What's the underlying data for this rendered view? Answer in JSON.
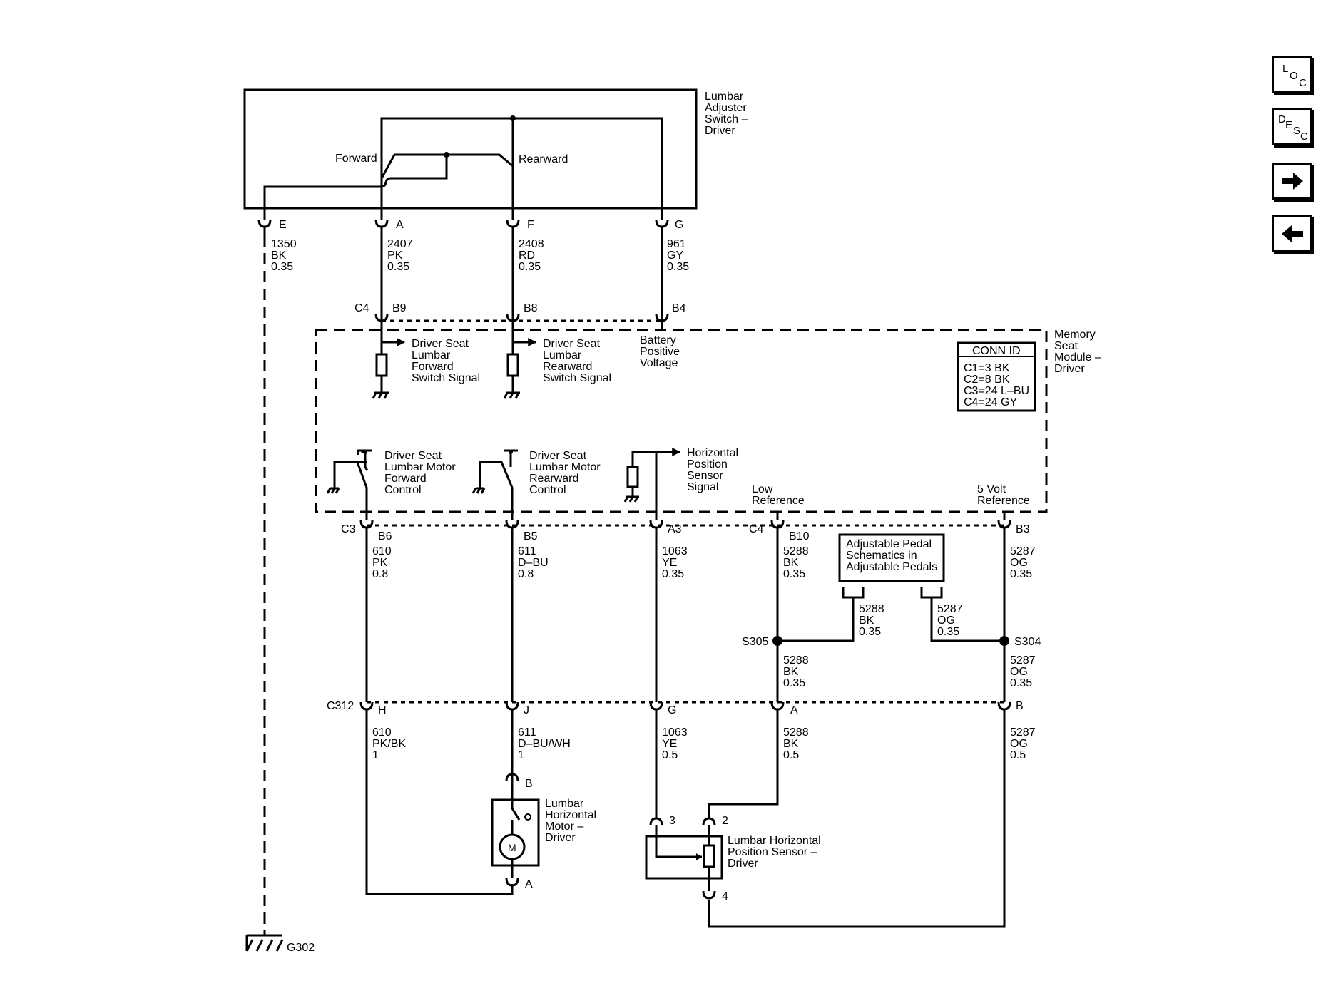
{
  "switch": {
    "title": [
      "Lumbar",
      "Adjuster",
      "Switch –",
      "Driver"
    ],
    "forward": "Forward",
    "rearward": "Rearward"
  },
  "switch_pins": [
    {
      "pin": "E",
      "circuit": "1350",
      "color": "BK",
      "size": "0.35"
    },
    {
      "pin": "A",
      "circuit": "2407",
      "color": "PK",
      "size": "0.35"
    },
    {
      "pin": "F",
      "circuit": "2408",
      "color": "RD",
      "size": "0.35"
    },
    {
      "pin": "G",
      "circuit": "961",
      "color": "GY",
      "size": "0.35"
    }
  ],
  "module": {
    "title": [
      "Memory",
      "Seat",
      "Module –",
      "Driver"
    ],
    "conn_id_title": "CONN ID",
    "conn_ids": [
      "C1=3 BK",
      "C2=8 BK",
      "C3=24 L–BU",
      "C4=24 GY"
    ],
    "top_connector": "C4",
    "top_pins": [
      "B9",
      "B8",
      "B4"
    ],
    "fwd_signal": [
      "Driver Seat",
      "Lumbar",
      "Forward",
      "Switch Signal"
    ],
    "rwd_signal": [
      "Driver Seat",
      "Lumbar",
      "Rearward",
      "Switch Signal"
    ],
    "battery": [
      "Battery",
      "Positive",
      "Voltage"
    ],
    "fwd_control": [
      "Driver Seat",
      "Lumbar Motor",
      "Forward",
      "Control"
    ],
    "rwd_control": [
      "Driver Seat",
      "Lumbar Motor",
      "Rearward",
      "Control"
    ],
    "position_signal": [
      "Horizontal",
      "Position",
      "Sensor",
      "Signal"
    ],
    "low_ref": [
      "Low",
      "Reference"
    ],
    "five_volt_ref": [
      "5 Volt",
      "Reference"
    ],
    "bottom_left_connector": "C3",
    "bottom_left_pins": [
      "B6",
      "B5",
      "A3"
    ],
    "bottom_right_connector": "C4",
    "bottom_right_pins": [
      "B10",
      "B3"
    ]
  },
  "module_wires": [
    {
      "circuit": "610",
      "color": "PK",
      "size": "0.8"
    },
    {
      "circuit": "611",
      "color": "D–BU",
      "size": "0.8"
    },
    {
      "circuit": "1063",
      "color": "YE",
      "size": "0.35"
    },
    {
      "circuit": "5288",
      "color": "BK",
      "size": "0.35"
    },
    {
      "circuit": "5287",
      "color": "OG",
      "size": "0.35"
    }
  ],
  "pedal_box": [
    "Adjustable Pedal",
    "Schematics in",
    "Adjustable Pedals"
  ],
  "pedal_wires": [
    {
      "circuit": "5288",
      "color": "BK",
      "size": "0.35"
    },
    {
      "circuit": "5287",
      "color": "OG",
      "size": "0.35"
    }
  ],
  "splices": {
    "low": "S305",
    "five_volt": "S304"
  },
  "splice_wires": [
    {
      "circuit": "5288",
      "color": "BK",
      "size": "0.35"
    },
    {
      "circuit": "5287",
      "color": "OG",
      "size": "0.35"
    }
  ],
  "inline": {
    "connector": "C312",
    "pins": [
      "H",
      "J",
      "G",
      "A",
      "B"
    ]
  },
  "lower_wires": [
    {
      "circuit": "610",
      "color": "PK/BK",
      "size": "1"
    },
    {
      "circuit": "611",
      "color": "D–BU/WH",
      "size": "1"
    },
    {
      "circuit": "1063",
      "color": "YE",
      "size": "0.5"
    },
    {
      "circuit": "5288",
      "color": "BK",
      "size": "0.5"
    },
    {
      "circuit": "5287",
      "color": "OG",
      "size": "0.5"
    }
  ],
  "motor": {
    "title": [
      "Lumbar",
      "Horizontal",
      "Motor –",
      "Driver"
    ],
    "symbol": "M",
    "pins": [
      "B",
      "A"
    ]
  },
  "sensor": {
    "title": [
      "Lumbar Horizontal",
      "Position Sensor –",
      "Driver"
    ],
    "pins": [
      "3",
      "2",
      "4"
    ]
  },
  "ground": "G302",
  "nav": {
    "loc": {
      "l1": "L",
      "l2": "O",
      "l3": "C"
    },
    "desc": {
      "l1": "D",
      "l2": "E",
      "l3": "S",
      "l4": "C"
    },
    "next_icon": "arrow-right-icon",
    "prev_icon": "arrow-left-icon"
  }
}
